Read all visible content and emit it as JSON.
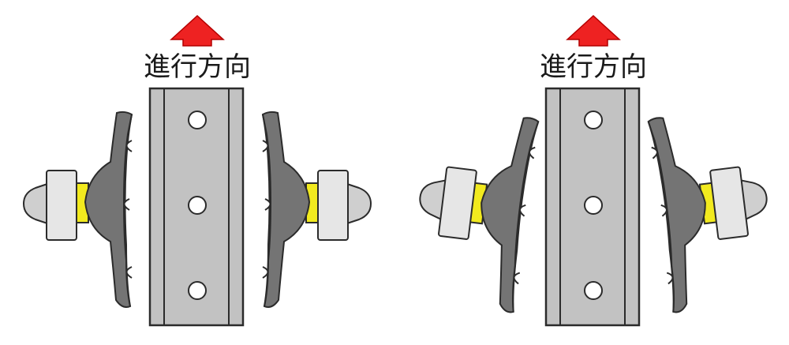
{
  "panels": [
    {
      "direction_label": "進行方向",
      "pad_arrangement": "parallel"
    },
    {
      "direction_label": "進行方向",
      "pad_arrangement": "toe-in"
    }
  ],
  "colors": {
    "arrow": "#ee2222",
    "rim": "#c2c2c2",
    "rim_edge": "#2b2b2b",
    "pad": "#747474",
    "washer": "#e6e6e6",
    "bolt_cap": "#cfcfcf",
    "spacer": "#f2ea1e"
  },
  "icons": [
    "direction-arrow-icon",
    "brake-pad-icon",
    "rim-icon"
  ]
}
